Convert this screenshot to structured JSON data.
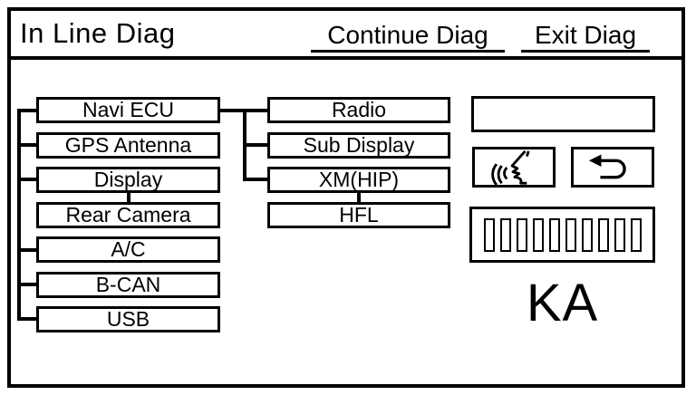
{
  "header": {
    "title": "In Line Diag",
    "continue_label": "Continue Diag",
    "exit_label": "Exit Diag"
  },
  "diagram": {
    "left_column": [
      {
        "label": "Navi ECU"
      },
      {
        "label": "GPS Antenna"
      },
      {
        "label": "Display"
      },
      {
        "label": "Rear Camera"
      },
      {
        "label": "A/C"
      },
      {
        "label": "B-CAN"
      },
      {
        "label": "USB"
      }
    ],
    "middle_column": [
      {
        "label": "Radio"
      },
      {
        "label": "Sub Display"
      },
      {
        "label": "XM(HIP)"
      },
      {
        "label": "HFL"
      }
    ]
  },
  "right_panel": {
    "status_box_value": "",
    "voice_icon": "voice-command-icon",
    "return_icon": "return-arrow-icon",
    "bar_count": 10,
    "code_label": "KA"
  },
  "colors": {
    "foreground": "#000000",
    "background": "#ffffff"
  }
}
